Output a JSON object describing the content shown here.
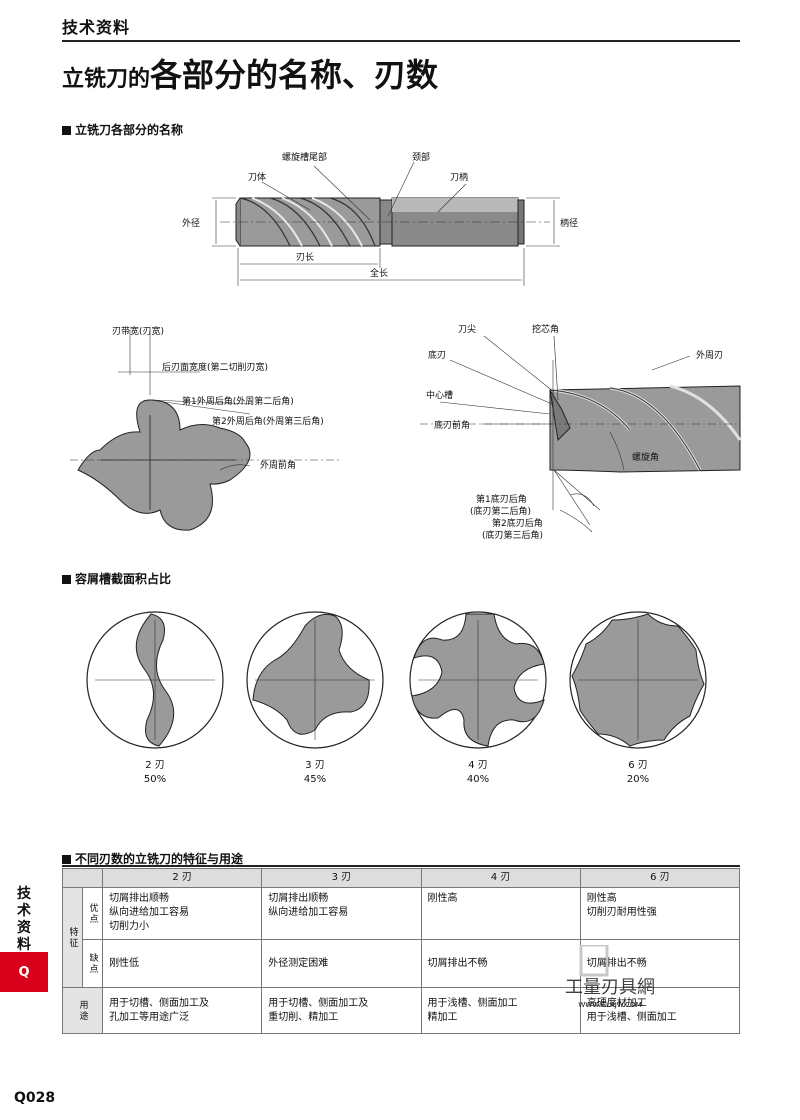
{
  "header": {
    "label": "技术资料"
  },
  "title": {
    "prefix": "立铣刀的",
    "main": "各部分的名称、刃数"
  },
  "section1": {
    "heading": "立铣刀各部分的名称",
    "labels": {
      "flute_end": "螺旋槽尾部",
      "neck": "颈部",
      "body": "刀体",
      "shank": "刀柄",
      "outer_diameter": "外径",
      "shank_diameter": "柄径",
      "flute_length": "刃长",
      "overall_length": "全长"
    }
  },
  "section2": {
    "labels": {
      "land_width": "刃带宽(刃宽)",
      "secondary_land_width": "后刃面宽度(第二切削刃宽)",
      "primary_relief": "第1外周后角(外周第二后角)",
      "secondary_relief": "第2外周后角(外周第三后角)",
      "radial_rake": "外周前角",
      "corner": "刀尖",
      "gash": "挖芯角",
      "end_cutting_edge": "底刃",
      "peripheral_edge": "外周刃",
      "center_hole": "中心槽",
      "axial_rake": "底刃前角",
      "helix_angle": "螺旋角",
      "end_primary_relief_1": "第1底刃后角",
      "end_primary_relief_2": "(底刃第二后角)",
      "end_secondary_relief_1": "第2底刃后角",
      "end_secondary_relief_2": "(底刃第三后角)"
    }
  },
  "section3": {
    "heading": "容屑槽截面积占比",
    "items": [
      {
        "flutes": "2 刃",
        "ratio": "50%"
      },
      {
        "flutes": "3 刃",
        "ratio": "45%"
      },
      {
        "flutes": "4 刃",
        "ratio": "40%"
      },
      {
        "flutes": "6 刃",
        "ratio": "20%"
      }
    ]
  },
  "section4": {
    "heading": "不同刃数的立铣刀的特征与用途",
    "columns": [
      "2 刃",
      "3 刃",
      "4 刃",
      "6 刃"
    ],
    "group_feature": "特征",
    "row_pros": "优点",
    "row_cons": "缺点",
    "row_use": "用途",
    "pros": [
      "切屑排出顺畅\n纵向进给加工容易\n切削力小",
      "切屑排出顺畅\n纵向进给加工容易",
      "刚性高",
      "刚性高\n切削刃耐用性强"
    ],
    "cons": [
      "刚性低",
      "外径测定困难",
      "切屑排出不畅",
      "切屑排出不畅"
    ],
    "use": [
      "用于切槽、侧面加工及\n孔加工等用途广泛",
      "用于切槽、侧面加工及\n重切削、精加工",
      "用于浅槽、侧面加工\n精加工",
      "高硬度材加工\n用于浅槽、侧面加工"
    ]
  },
  "side": {
    "label": "技术资料",
    "badge": "Q"
  },
  "page_number": "Q028",
  "watermark": {
    "text": "工量刃具網",
    "url": "WWW.GLRJW.COM"
  }
}
